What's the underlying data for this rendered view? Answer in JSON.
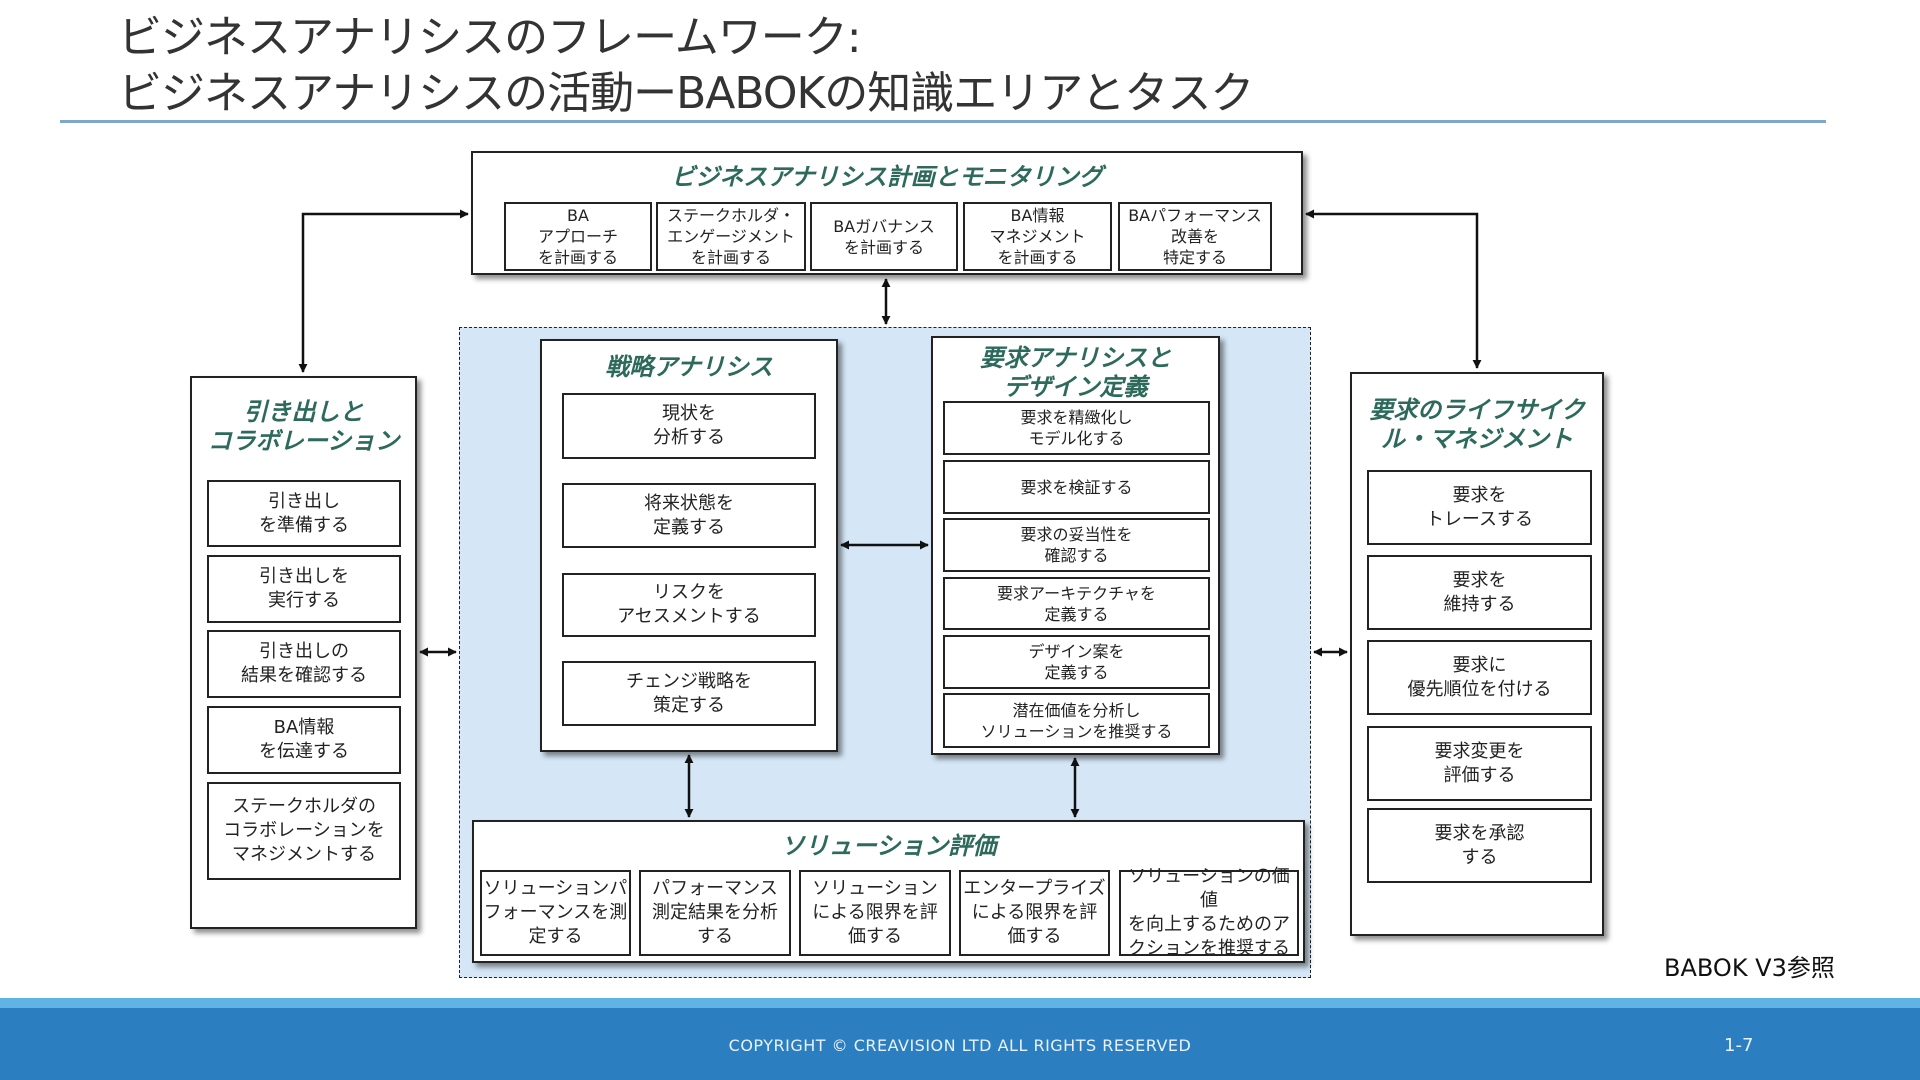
{
  "title": {
    "line1": "ビジネスアナリシスのフレームワーク:",
    "line2": "ビジネスアナリシスの活動ーBABOKの知識エリアとタスク"
  },
  "planning": {
    "heading": "ビジネスアナリシス計画とモニタリング",
    "tasks": [
      "BA\nアプローチ\nを計画する",
      "ステークホルダ・\nエンゲージメント\nを計画する",
      "BAガバナンス\nを計画する",
      "BA情報\nマネジメント\nを計画する",
      "BAパフォーマンス\n改善を\n特定する"
    ]
  },
  "elicitation": {
    "heading": "引き出しと\nコラボレーション",
    "tasks": [
      "引き出し\nを準備する",
      "引き出しを\n実行する",
      "引き出しの\n結果を確認する",
      "BA情報\nを伝達する",
      "ステークホルダの\nコラボレーションを\nマネジメントする"
    ]
  },
  "strategy": {
    "heading": "戦略アナリシス",
    "tasks": [
      "現状を\n分析する",
      "将来状態を\n定義する",
      "リスクを\nアセスメントする",
      "チェンジ戦略を\n策定する"
    ]
  },
  "requirements": {
    "heading": "要求アナリシスと\nデザイン定義",
    "tasks": [
      "要求を精緻化し\nモデル化する",
      "要求を検証する",
      "要求の妥当性を\n確認する",
      "要求アーキテクチャを\n定義する",
      "デザイン案を\n定義する",
      "潜在価値を分析し\nソリューションを推奨する"
    ]
  },
  "lifecycle": {
    "heading": "要求のライフサイク\nル・マネジメント",
    "tasks": [
      "要求を\nトレースする",
      "要求を\n維持する",
      "要求に\n優先順位を付ける",
      "要求変更を\n評価する",
      "要求を承認\nする"
    ]
  },
  "solution": {
    "heading": "ソリューション評価",
    "tasks": [
      "ソリューションパ\nフォーマンスを測\n定する",
      "パフォーマンス\n測定結果を分析\nする",
      "ソリューション\nによる限界を評\n価する",
      "エンタープライズ\nによる限界を評\n価する",
      "ソリューションの価値\nを向上するためのア\nクションを推奨する"
    ]
  },
  "reference": "BABOK V3参照",
  "footer": {
    "copyright": "COPYRIGHT © CREAVISION LTD ALL RIGHTS RESERVED",
    "page": "1-7"
  },
  "colors": {
    "heading": "#2d6a5c",
    "area_fill": "#d5e7f7",
    "footer_main": "#2b7fc1",
    "footer_stripe": "#5fb4e4",
    "rule": "#7ea8c8"
  }
}
